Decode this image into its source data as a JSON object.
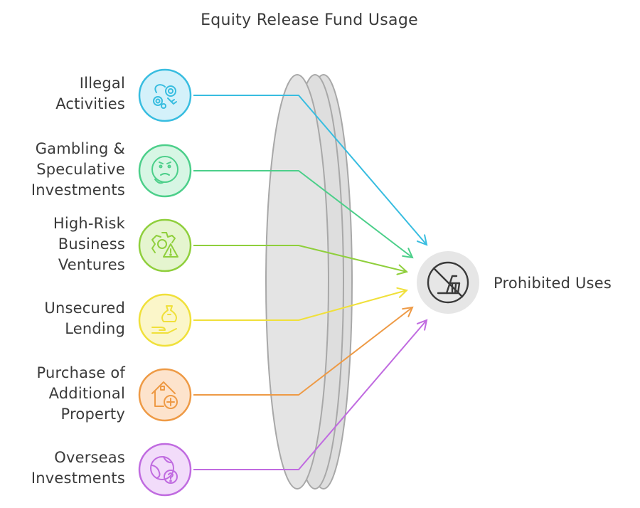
{
  "title": "Equity Release Fund Usage",
  "target": {
    "label": "Prohibited Uses",
    "icon": "prohibited-shopping-icon",
    "fill": "#e6e6e6"
  },
  "sources": [
    {
      "lines": [
        "Illegal",
        "Activities"
      ],
      "icon": "handcuffs-key-icon",
      "color": "#38bde0",
      "fill": "#d4f1fa"
    },
    {
      "lines": [
        "Gambling &",
        "Speculative",
        "Investments"
      ],
      "icon": "worried-face-icon",
      "color": "#4ccf8a",
      "fill": "#d7f6e4"
    },
    {
      "lines": [
        "High-Risk",
        "Business",
        "Ventures"
      ],
      "icon": "gear-warning-icon",
      "color": "#8fcf3c",
      "fill": "#e5f5cf"
    },
    {
      "lines": [
        "Unsecured",
        "Lending"
      ],
      "icon": "money-bag-hand-icon",
      "color": "#f0e03a",
      "fill": "#fbf6c9"
    },
    {
      "lines": [
        "Purchase of",
        "Additional",
        "Property"
      ],
      "icon": "house-plus-icon",
      "color": "#ee9a45",
      "fill": "#fde3cc"
    },
    {
      "lines": [
        "Overseas",
        "Investments"
      ],
      "icon": "globe-question-icon",
      "color": "#c06be0",
      "fill": "#f2dcfa"
    }
  ]
}
